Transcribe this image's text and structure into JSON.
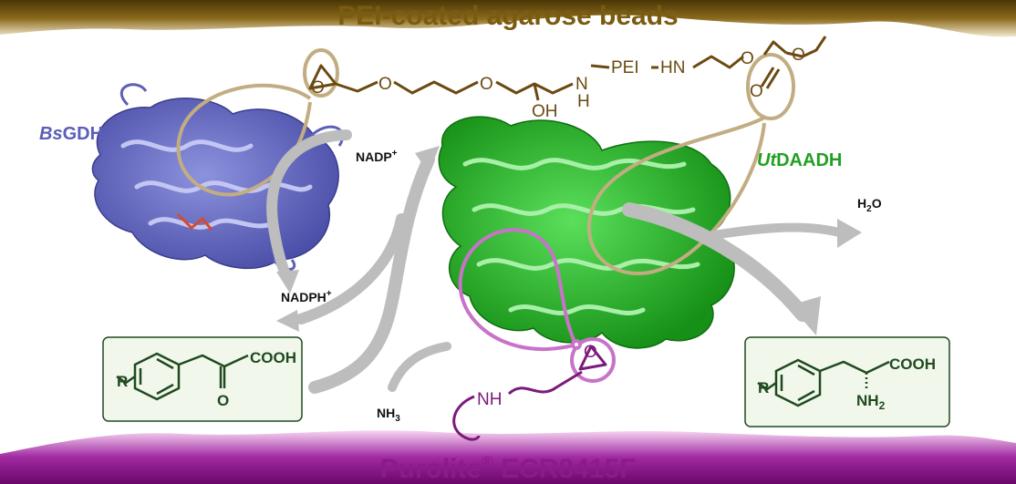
{
  "top_support": {
    "label": "PEI-coated agarose beads",
    "color": "#7a5c10"
  },
  "bottom_support": {
    "label": "Purolite",
    "reg": "®",
    "label_suffix": " ECR8415F",
    "color": "#8b1a8b"
  },
  "enzymes": {
    "bsgdh": {
      "prefix": "Bs",
      "suffix": "GDH",
      "color": "#5b5fb8"
    },
    "utdaadh": {
      "prefix": "Ut",
      "suffix": "DAADH",
      "color": "#22a022"
    }
  },
  "linker_top": {
    "color": "#6b4a12",
    "oh": "OH",
    "n": "N",
    "h": "H",
    "pei": "PEI",
    "hn": "HN",
    "o": "O"
  },
  "linker_bottom": {
    "nh": "NH",
    "o": "O",
    "color": "#7b1a7b"
  },
  "cofactors": {
    "nadp": {
      "text": "NADP",
      "sup": "+"
    },
    "nadph": {
      "text": "NADPH",
      "sup": "+"
    }
  },
  "byproducts": {
    "nh3": {
      "text": "NH",
      "sub": "3"
    },
    "h2o": {
      "text": "H",
      "sub": "2",
      "text2": "O"
    }
  },
  "substrate": {
    "r": "R",
    "cooh": "COOH",
    "o": "O"
  },
  "product": {
    "r": "R",
    "cooh": "COOH",
    "nh2": "NH",
    "nh2_sub": "2"
  },
  "colors": {
    "tan": "#c2ad82",
    "pink": "#c873c8",
    "arrow": "#bdbdbd",
    "molecule": "#1f4a1f",
    "box_bg": "#f2f7ec"
  }
}
